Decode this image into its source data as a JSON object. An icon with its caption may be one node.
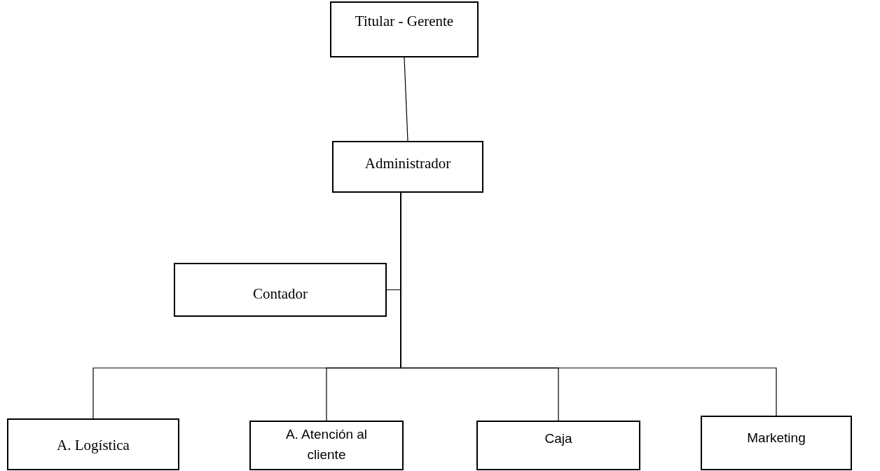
{
  "diagram": {
    "nodes": [
      {
        "text": [
          "Titular - Gerente"
        ]
      },
      {
        "text": [
          "Administrador"
        ]
      },
      {
        "text": [
          "Contador"
        ]
      },
      {
        "text": [
          "A. Logística"
        ]
      },
      {
        "text": [
          "A. Atención al cliente"
        ]
      },
      {
        "text": [
          "Caja"
        ]
      },
      {
        "text": [
          "Marketing"
        ]
      }
    ],
    "edges": [
      {
        "from": 0,
        "to": 1,
        "arrow": "none"
      },
      {
        "from": 1,
        "to": 2,
        "arrow": "none"
      },
      {
        "from": 1,
        "to": 3,
        "arrow": "none"
      },
      {
        "from": 1,
        "to": 4,
        "arrow": "none"
      },
      {
        "from": 1,
        "to": 5,
        "arrow": "none"
      },
      {
        "from": 1,
        "to": 6,
        "arrow": "none"
      }
    ]
  }
}
